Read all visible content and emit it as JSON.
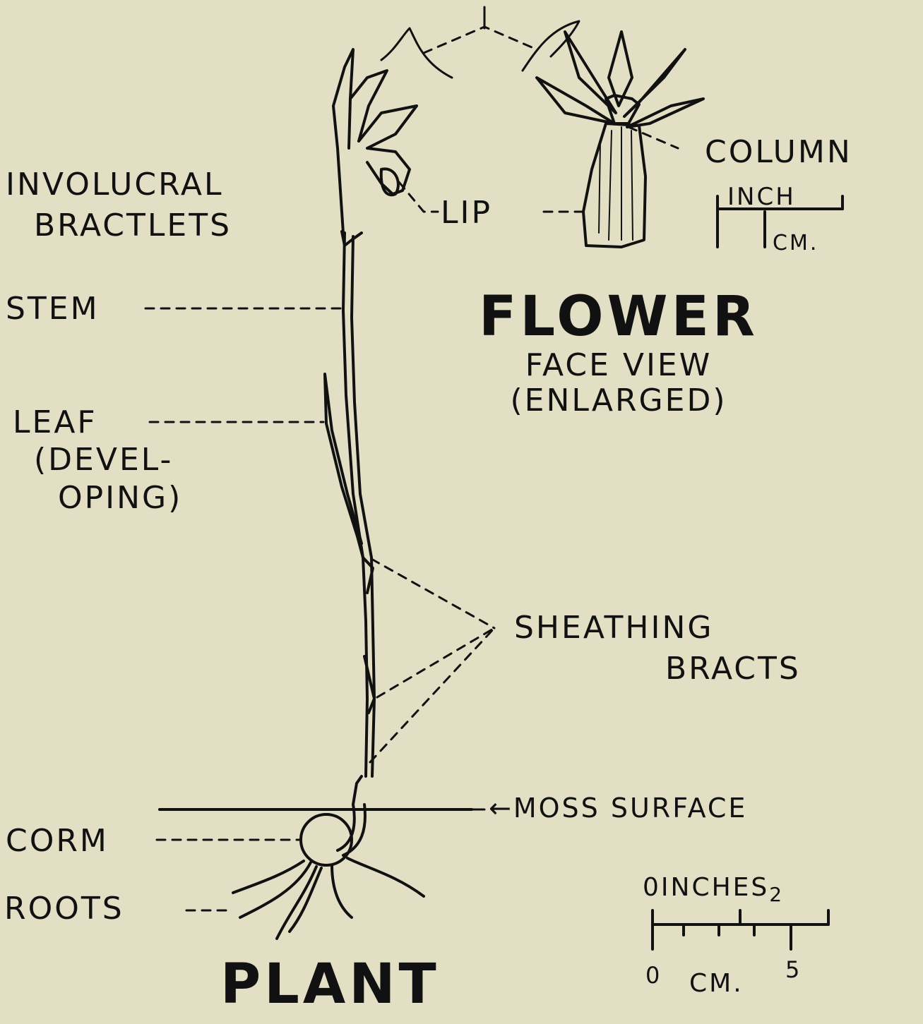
{
  "labels": {
    "involucral": "INVOLUCRAL",
    "bractlets": "BRACTLETS",
    "stem": "STEM",
    "leaf": "LEAF",
    "leaf_devel": "(DEVEL-",
    "leaf_oping": "OPING)",
    "lip": "LIP",
    "column": "COLUMN",
    "sheathing": "SHEATHING",
    "bracts": "BRACTS",
    "moss_surface": "MOSS SURFACE",
    "corm": "CORM",
    "roots": "ROOTS"
  },
  "flower_title": {
    "title": "FLOWER",
    "line1": "FACE VIEW",
    "line2": "(ENLARGED)"
  },
  "plant_title": "PLANT",
  "scale_small": {
    "top": "INCH",
    "bottom": "CM."
  },
  "scale_large": {
    "inches_label": "INCHES",
    "inch_start": "0",
    "inch_end": "2",
    "cm_start": "0",
    "cm_label": "CM.",
    "cm_end": "5"
  }
}
